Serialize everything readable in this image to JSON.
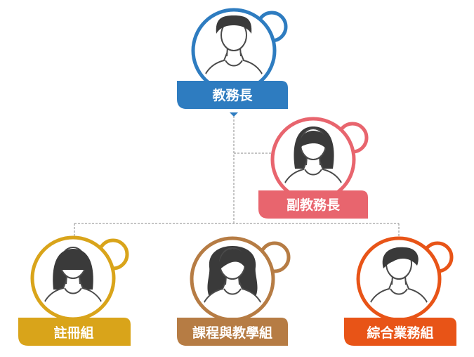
{
  "org_chart": {
    "nodes": [
      {
        "id": "director",
        "label": "教務長",
        "color": "#2e7cc0",
        "avatar": "male-short-hair-icon",
        "level": 0
      },
      {
        "id": "deputy",
        "label": "副教務長",
        "color": "#e8656e",
        "avatar": "female-bob-hair-icon",
        "level": 1
      },
      {
        "id": "registry",
        "label": "註冊組",
        "color": "#d9a41a",
        "avatar": "female-bangs-hair-icon",
        "level": 2
      },
      {
        "id": "curriculum",
        "label": "課程與教學組",
        "color": "#b67c44",
        "avatar": "female-wavy-hair-icon",
        "level": 2
      },
      {
        "id": "general",
        "label": "綜合業務組",
        "color": "#e85417",
        "avatar": "male-swoop-hair-icon",
        "level": 2
      }
    ],
    "edges": [
      {
        "from": "director",
        "to": "deputy"
      },
      {
        "from": "director",
        "to": "registry"
      },
      {
        "from": "director",
        "to": "curriculum"
      },
      {
        "from": "director",
        "to": "general"
      }
    ],
    "line_color": "#8a8a8a"
  }
}
